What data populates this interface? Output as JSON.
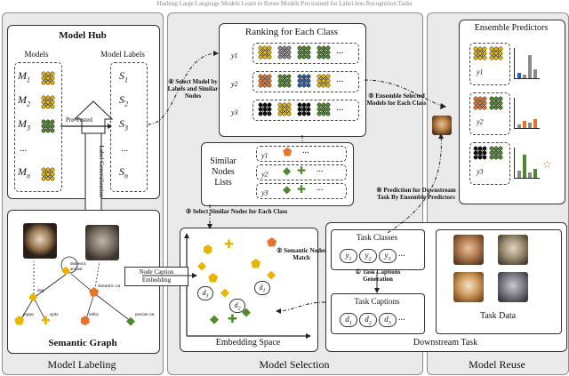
{
  "header_caption": "Hashing Large Language Models Learn to Reuse Models Pre-trained for Label-less Recognition Tasks",
  "sections": {
    "labeling": "Model Labeling",
    "selection": "Model Selection",
    "reuse": "Model Reuse"
  },
  "model_hub": {
    "title": "Model Hub",
    "models_label": "Models",
    "labels_label": "Model Labels",
    "models": [
      "M1",
      "M2",
      "M3",
      "...",
      "Mn"
    ],
    "labels": [
      "S1",
      "S2",
      "S3",
      "...",
      "Sn"
    ],
    "pretested": "Pre-Tested",
    "label_generalization": "Label Generalization"
  },
  "semantic_graph": {
    "title": "Semantic Graph",
    "nodes": [
      "dog",
      "domestic animal",
      "domestic cat",
      "puppy",
      "spitz",
      "tabby",
      "persian cat"
    ]
  },
  "ranking": {
    "title": "Ranking for Each Class",
    "rows": [
      "y1",
      "y2",
      "y3"
    ],
    "ellipsis": "..."
  },
  "similar_nodes": {
    "title": "Similar Nodes Lists",
    "rows": [
      "y1",
      "y2",
      "y3"
    ],
    "ellipsis": "..."
  },
  "embedding": {
    "title": "Embedding Space",
    "points": [
      "d3",
      "d2",
      "d1"
    ]
  },
  "ensemble": {
    "title": "Ensemble Predictors",
    "rows": [
      "y1",
      "y2",
      "y3"
    ]
  },
  "downstream": {
    "title": "Downstream Task",
    "task_classes": "Task Classes",
    "class_items": [
      "y1",
      "y2",
      "y3",
      "..."
    ],
    "task_captions": "Task Captions",
    "caption_items": [
      "d1",
      "d2",
      "d3",
      "..."
    ],
    "task_data": "Task Data"
  },
  "steps": {
    "s1": "① Task Captions Generation",
    "s2": "② Semantic Nodes Match",
    "s3": "③ Select Similar Nodes for Each Class",
    "s4": "④ Select Model by Labels and Similar Nodes",
    "s5": "⑤ Ensemble Selected Models for Each Class",
    "s6": "⑥ Prediction for Downstream Task By Ensemble Predictors",
    "node_caption": "Node Caption Embedding"
  },
  "colors": {
    "section_bg": "#eaeaea",
    "gold": "#e9b400",
    "green": "#4e8a2a",
    "orange": "#e8742c",
    "gray": "#8a8a8a",
    "blue": "#2b5fa8",
    "black": "#111111"
  }
}
